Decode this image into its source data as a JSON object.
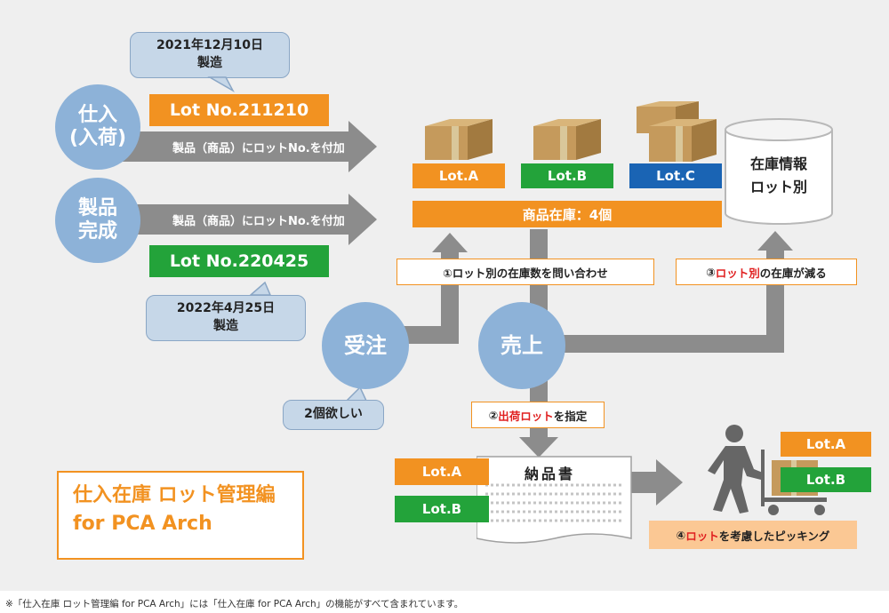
{
  "purchase": {
    "circle_label": "仕入\n(入荷)",
    "date_line1": "2021年12月10日",
    "date_line2": "製造",
    "lot_label": "Lot No.211210",
    "arrow_text": "製品（商品）にロットNo.を付加"
  },
  "product": {
    "circle_label": "製品\n完成",
    "date_line1": "2022年4月25日",
    "date_line2": "製造",
    "lot_label": "Lot No.220425",
    "arrow_text": "製品（商品）にロットNo.を付加"
  },
  "inventory": {
    "lots": [
      "Lot.A",
      "Lot.B",
      "Lot.C"
    ],
    "stock_label": "商品在庫：4個",
    "db_label": "在庫情報\nロット別"
  },
  "order": {
    "circle_label": "受注",
    "bubble_text": "2個欲しい"
  },
  "sales": {
    "circle_label": "売上"
  },
  "steps": {
    "step1": "①ロット別の在庫数を問い合わせ",
    "step2_prefix": "②",
    "step2_red": "出荷ロット",
    "step2_suffix": "を指定",
    "step3_prefix": "③",
    "step3_red": "ロット別",
    "step3_suffix": "の在庫が減る",
    "step4_prefix": "④",
    "step4_red": "ロット",
    "step4_suffix": "を考慮したピッキング"
  },
  "delivery": {
    "title": "納品書",
    "lots": [
      "Lot.A",
      "Lot.B"
    ]
  },
  "picking": {
    "lots": [
      "Lot.A",
      "Lot.B"
    ]
  },
  "title_box": {
    "line1": "仕入在庫 ロット管理編",
    "line2": "for PCA Arch"
  },
  "footnote": "※「仕入在庫 ロット管理編 for PCA Arch」には「仕入在庫 for PCA Arch」の機能がすべて含まれています。",
  "colors": {
    "orange": "#f29221",
    "green": "#23a33a",
    "blue": "#1a64b4",
    "circle": "#8db2d8",
    "arrow": "#8c8c8c",
    "red": "#e02020"
  },
  "icons": {
    "box": "cardboard-box-icon",
    "person": "person-pushing-cart-icon",
    "database": "database-cylinder-icon",
    "document": "delivery-slip-icon"
  }
}
